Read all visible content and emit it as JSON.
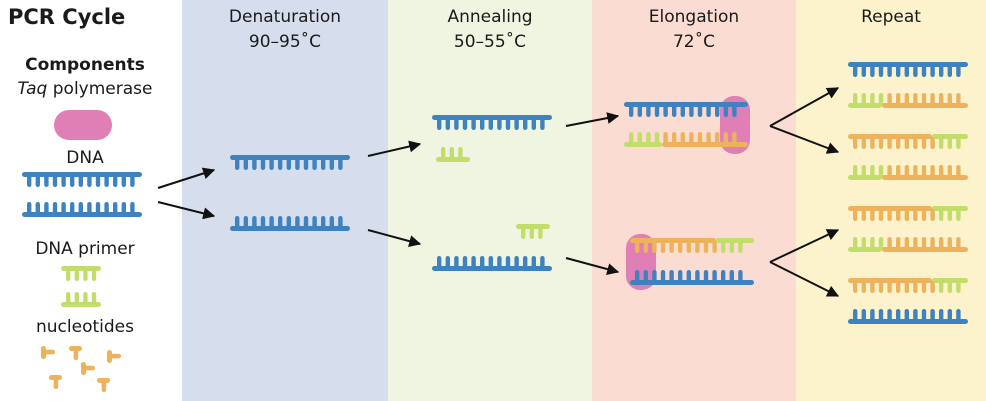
{
  "title": "PCR Cycle",
  "components": {
    "heading": "Components",
    "polymerase_italic": "Taq",
    "polymerase_rest": " polymerase",
    "dna": "DNA",
    "primer": "DNA primer",
    "nucleotides": "nucleotides"
  },
  "stages": [
    {
      "name": "Denaturation",
      "temp": "90–95˚C"
    },
    {
      "name": "Annealing",
      "temp": "50–55˚C"
    },
    {
      "name": "Elongation",
      "temp": "72˚C"
    },
    {
      "name": "Repeat",
      "temp": ""
    }
  ],
  "colors": {
    "dna": "#3e82bf",
    "primer": "#c3dd6d",
    "nucleotide": "#ecb35c",
    "polymerase": "#e07fb6",
    "denaturation_bg": "#d6deee",
    "annealing_bg": "#eff5e1",
    "elongation_bg": "#fbdcd2",
    "repeat_bg": "#fcf3cc",
    "text": "#1a1a1a"
  }
}
